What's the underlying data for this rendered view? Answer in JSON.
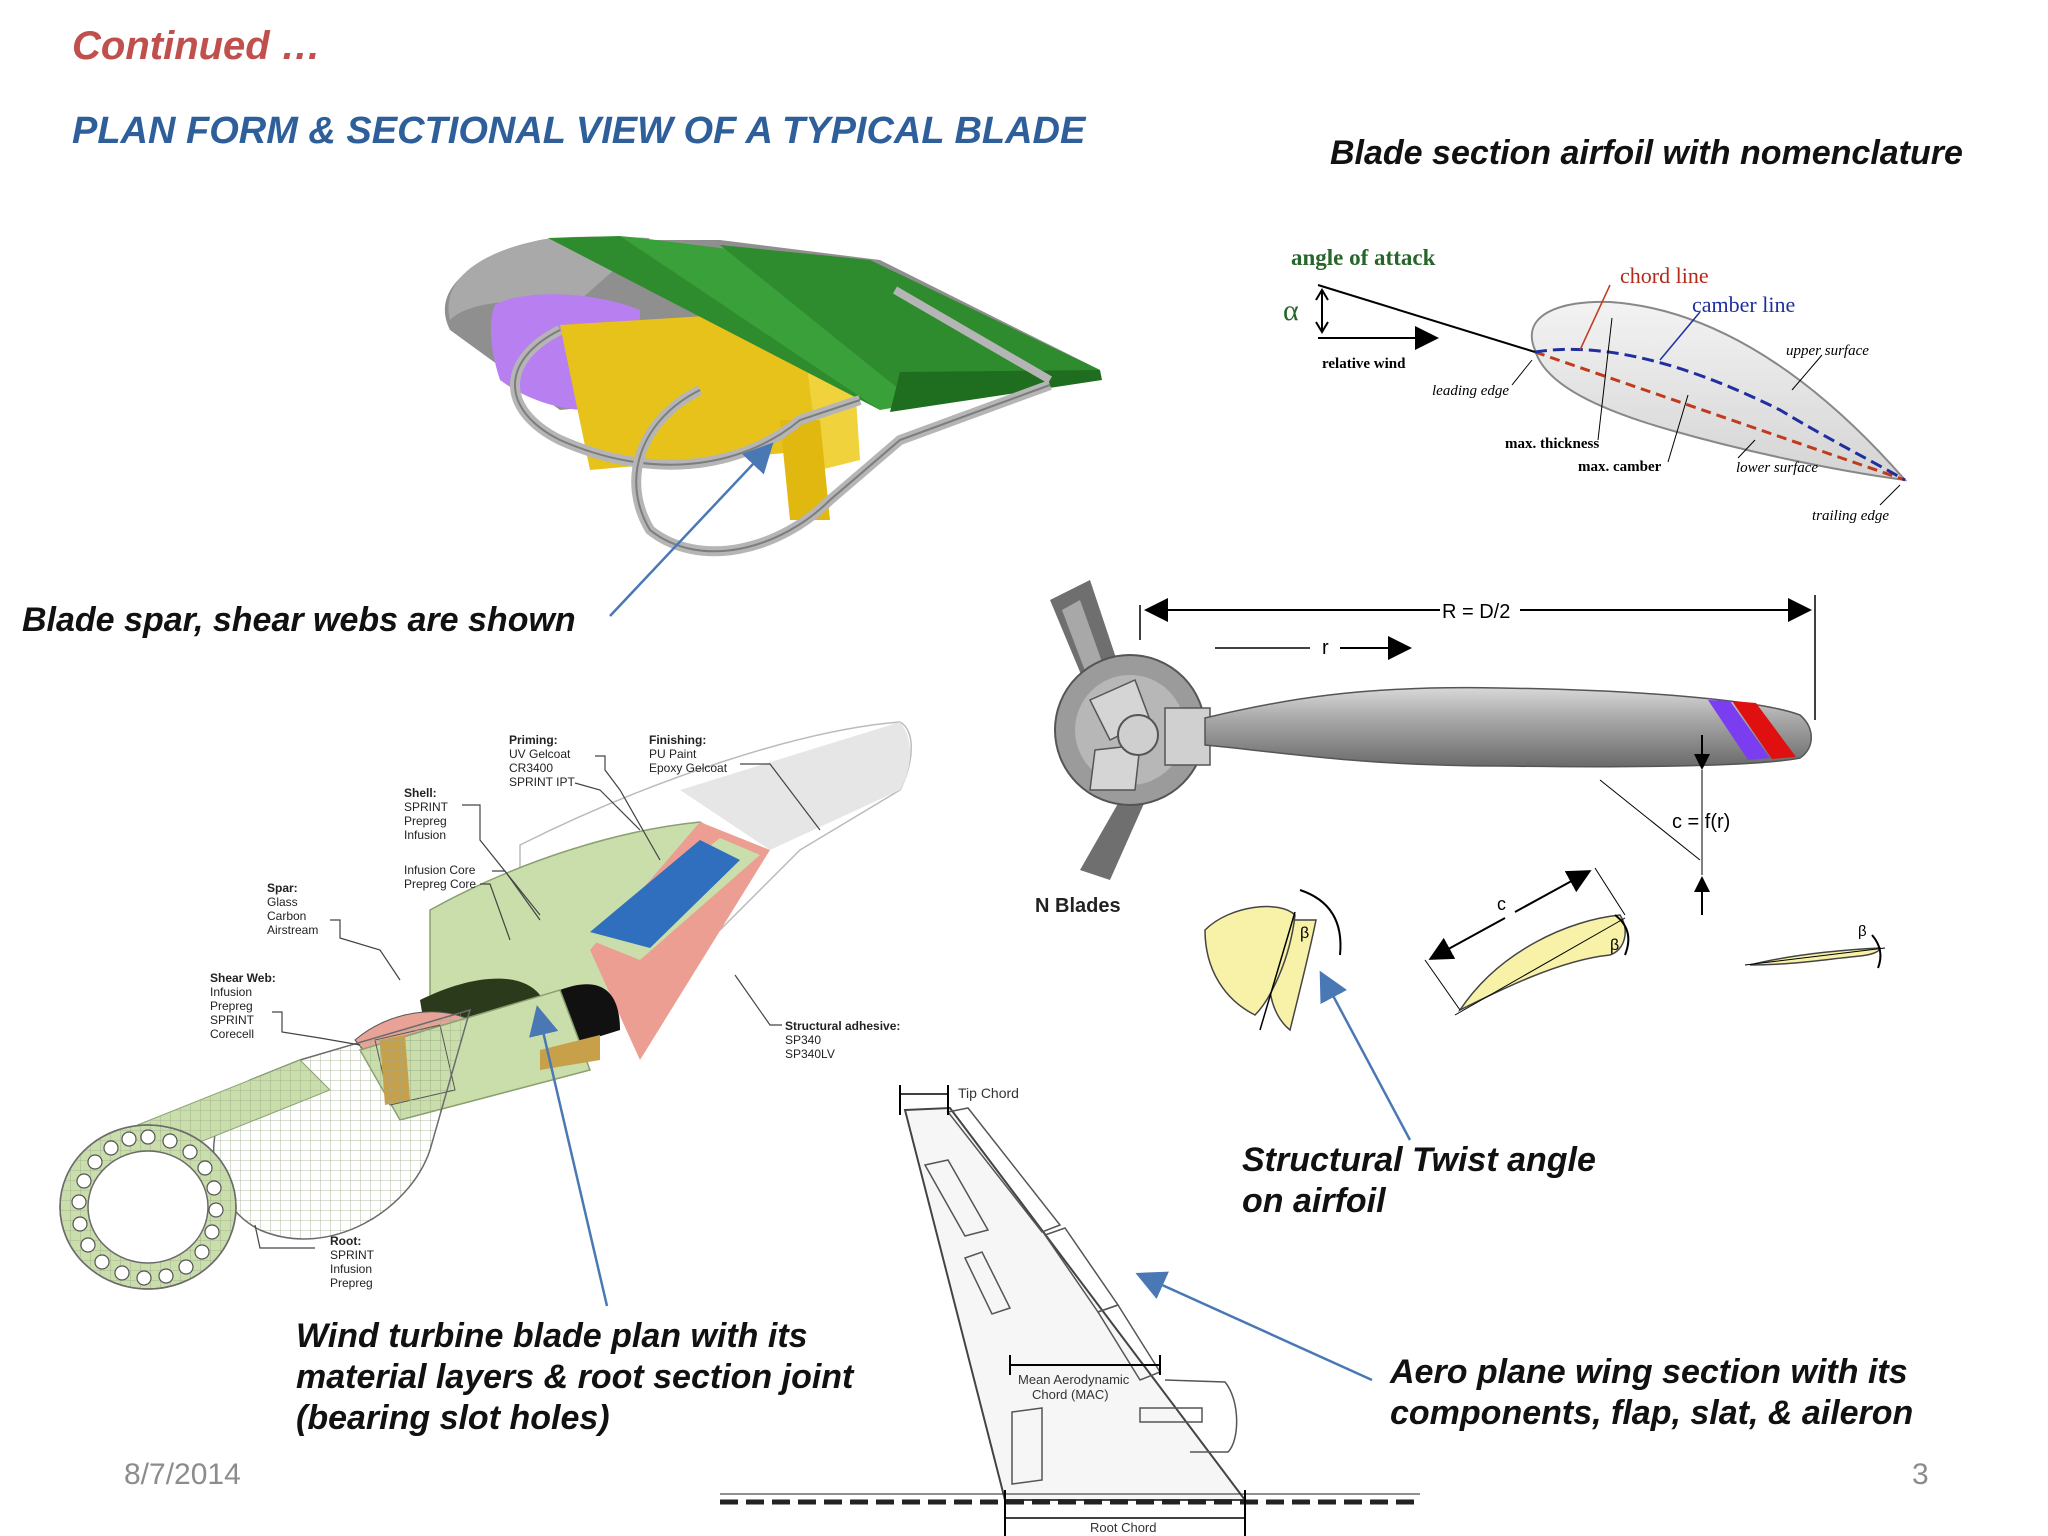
{
  "slide": {
    "continued": "Continued …",
    "title": "PLAN FORM & SECTIONAL VIEW  OF A TYPICAL BLADE",
    "airfoil_title": "Blade section airfoil with nomenclature",
    "date": "8/7/2014",
    "page_number": "3"
  },
  "captions": {
    "spar": "Blade spar, shear webs are shown",
    "plan": [
      "Wind turbine blade plan with its",
      "material layers  & root section joint",
      "(bearing slot holes)"
    ],
    "twist": [
      "Structural Twist angle",
      "on airfoil"
    ],
    "wing": [
      "Aero plane wing section with its",
      "components, flap, slat, & aileron"
    ]
  },
  "airfoil_labels": {
    "angle_of_attack": "angle of attack",
    "alpha": "α",
    "relative_wind": "relative wind",
    "leading_edge": "leading edge",
    "chord_line": "chord line",
    "camber_line": "camber line",
    "upper_surface": "upper surface",
    "max_thickness": "max. thickness",
    "max_camber": "max. camber",
    "lower_surface": "lower surface",
    "trailing_edge": "trailing edge"
  },
  "rotor_labels": {
    "radius": "R = D/2",
    "r": "r",
    "chord_fn": "c = f(r)",
    "n_blades": "N  Blades",
    "c": "c",
    "beta": "β"
  },
  "blade_layers": {
    "priming": {
      "heading": "Priming:",
      "items": [
        "UV Gelcoat",
        "CR3400",
        "SPRINT IPT"
      ]
    },
    "finishing": {
      "heading": "Finishing:",
      "items": [
        "PU Paint",
        "Epoxy Gelcoat"
      ]
    },
    "shell": {
      "heading": "Shell:",
      "items": [
        "SPRINT",
        "Prepreg",
        "Infusion"
      ]
    },
    "core": {
      "items": [
        "Infusion Core",
        "Prepreg Core"
      ]
    },
    "spar": {
      "heading": "Spar:",
      "items": [
        "Glass",
        "Carbon",
        "Airstream"
      ]
    },
    "shear_web": {
      "heading": "Shear Web:",
      "items": [
        "Infusion",
        "Prepreg",
        "SPRINT",
        "Corecell"
      ]
    },
    "adhesive": {
      "heading": "Structural adhesive:",
      "items": [
        "SP340",
        "SP340LV"
      ]
    },
    "root": {
      "heading": "Root:",
      "items": [
        "SPRINT",
        "Infusion",
        "Prepreg"
      ]
    }
  },
  "wing_labels": {
    "tip_chord": "Tip Chord",
    "mac": [
      "Mean Aerodynamic",
      "Chord (MAC)"
    ],
    "root_chord": "Root Chord"
  },
  "colors": {
    "continued": "#c0504d",
    "title": "#2e5f9a",
    "pointer": "#4a78b5",
    "spar_green": "#2e8b2e",
    "spar_yellow": "#e6c21a",
    "cavity_purple": "#b87ff0",
    "airfoil_fill": "#f7f2a8"
  }
}
